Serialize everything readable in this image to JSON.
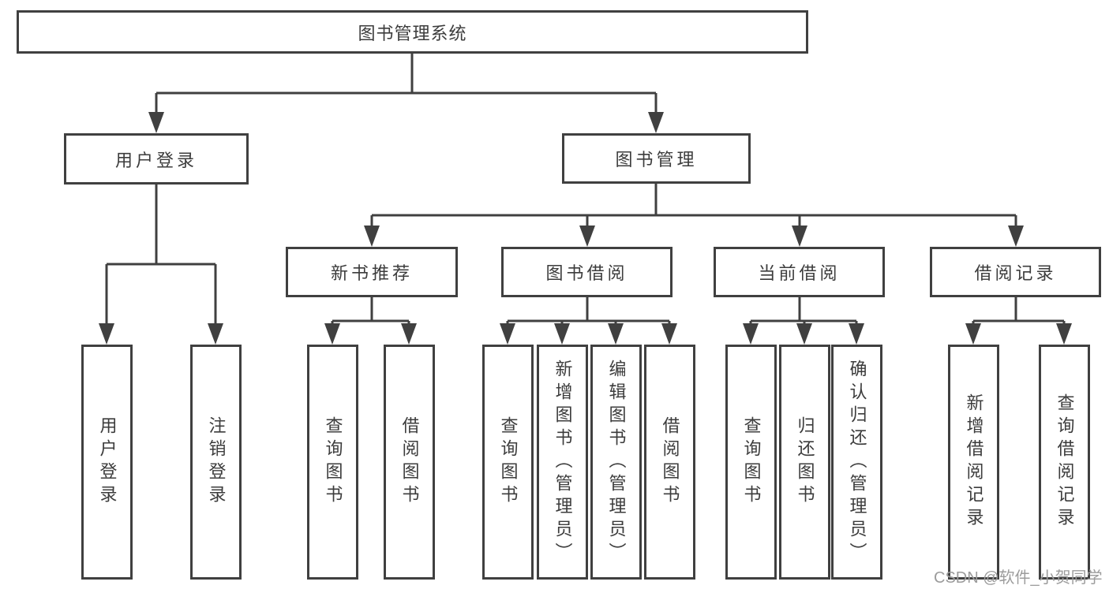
{
  "diagram_title": "图书管理系统",
  "colors": {
    "line": "#404040",
    "text": "#3c3c3c",
    "box_fill": "#ffffff",
    "watermark": "#9c9c9c"
  },
  "nodes": {
    "root": {
      "label": "图书管理系统"
    },
    "level2": [
      {
        "label": "用户登录"
      },
      {
        "label": "图书管理"
      }
    ],
    "level3": [
      {
        "label": "新书推荐"
      },
      {
        "label": "图书借阅"
      },
      {
        "label": "当前借阅"
      },
      {
        "label": "借阅记录"
      }
    ],
    "leaves": {
      "user_login_group": [
        {
          "label": "用户登录"
        },
        {
          "label": "注销登录"
        }
      ],
      "new_book_group": [
        {
          "label": "查询图书"
        },
        {
          "label": "借阅图书"
        }
      ],
      "book_borrow_group": [
        {
          "label": "查询图书"
        },
        {
          "label": "新增图书（管理员）"
        },
        {
          "label": "编辑图书（管理员）"
        },
        {
          "label": "借阅图书"
        }
      ],
      "current_borrow_group": [
        {
          "label": "查询图书"
        },
        {
          "label": "归还图书"
        },
        {
          "label": "确认归还（管理员）"
        }
      ],
      "records_group": [
        {
          "label": "新增借阅记录"
        },
        {
          "label": "查询借阅记录"
        }
      ]
    }
  },
  "watermark": {
    "text": "CSDN @软件_小贺同学"
  }
}
